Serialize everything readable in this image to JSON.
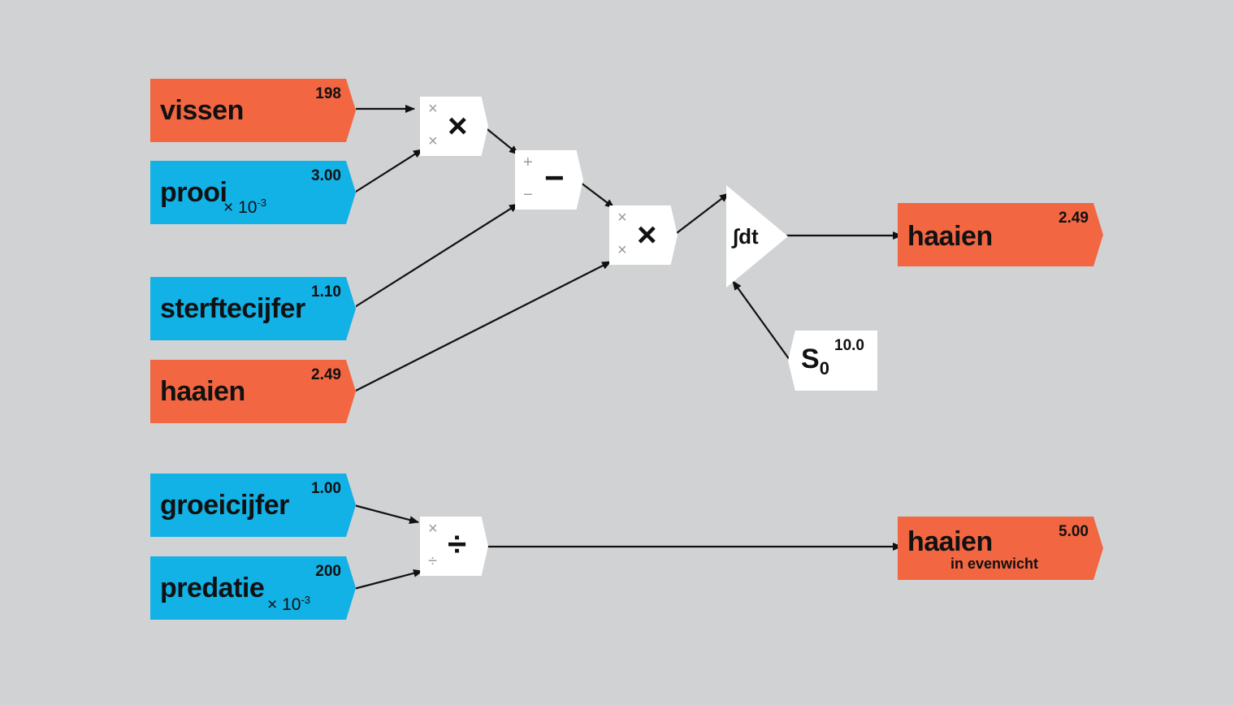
{
  "nodes": {
    "vissen": {
      "label": "vissen",
      "value": "198"
    },
    "prooi": {
      "label": "prooi",
      "value": "3.00",
      "scale": "× 10",
      "scale_exp": "-3"
    },
    "sterftecijfer": {
      "label": "sterftecijfer",
      "value": "1.10"
    },
    "haaien_in": {
      "label": "haaien",
      "value": "2.49"
    },
    "groeicijfer": {
      "label": "groeicijfer",
      "value": "1.00"
    },
    "predatie": {
      "label": "predatie",
      "value": "200",
      "scale": "× 10",
      "scale_exp": "-3"
    },
    "haaien_out": {
      "label": "haaien",
      "value": "2.49"
    },
    "haaien_eq": {
      "label": "haaien",
      "sublabel": "in evenwicht",
      "value": "5.00"
    },
    "s0": {
      "label": "S",
      "label_sub": "0",
      "value": "10.0"
    }
  },
  "operators": {
    "mult1": {
      "symbol": "×",
      "in1": "×",
      "in2": "×"
    },
    "minus": {
      "symbol": "−",
      "in1": "+",
      "in2": "−"
    },
    "mult2": {
      "symbol": "×",
      "in1": "×",
      "in2": "×"
    },
    "div": {
      "symbol": "÷",
      "in1": "×",
      "in2": "÷"
    },
    "integrator": {
      "symbol": "∫dt"
    }
  },
  "colors": {
    "orange": "#f26642",
    "blue": "#12b1e6",
    "background": "#d1d2d4"
  }
}
